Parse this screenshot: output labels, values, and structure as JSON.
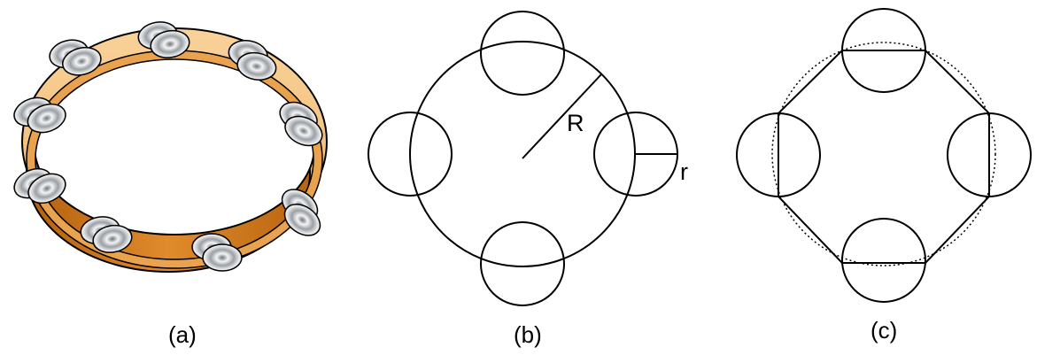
{
  "panels": [
    {
      "id": "a",
      "caption": "(a)"
    },
    {
      "id": "b",
      "caption": "(b)",
      "big_radius_label": "R",
      "small_radius_label": "r"
    },
    {
      "id": "c",
      "caption": "(c)"
    }
  ],
  "colors": {
    "rim_light": "#F6C27A",
    "rim_mid": "#EBA24C",
    "rim_dark": "#C46A12",
    "metal_light": "#F2F2F2",
    "metal_dark": "#7E8489",
    "stroke": "#000000"
  }
}
